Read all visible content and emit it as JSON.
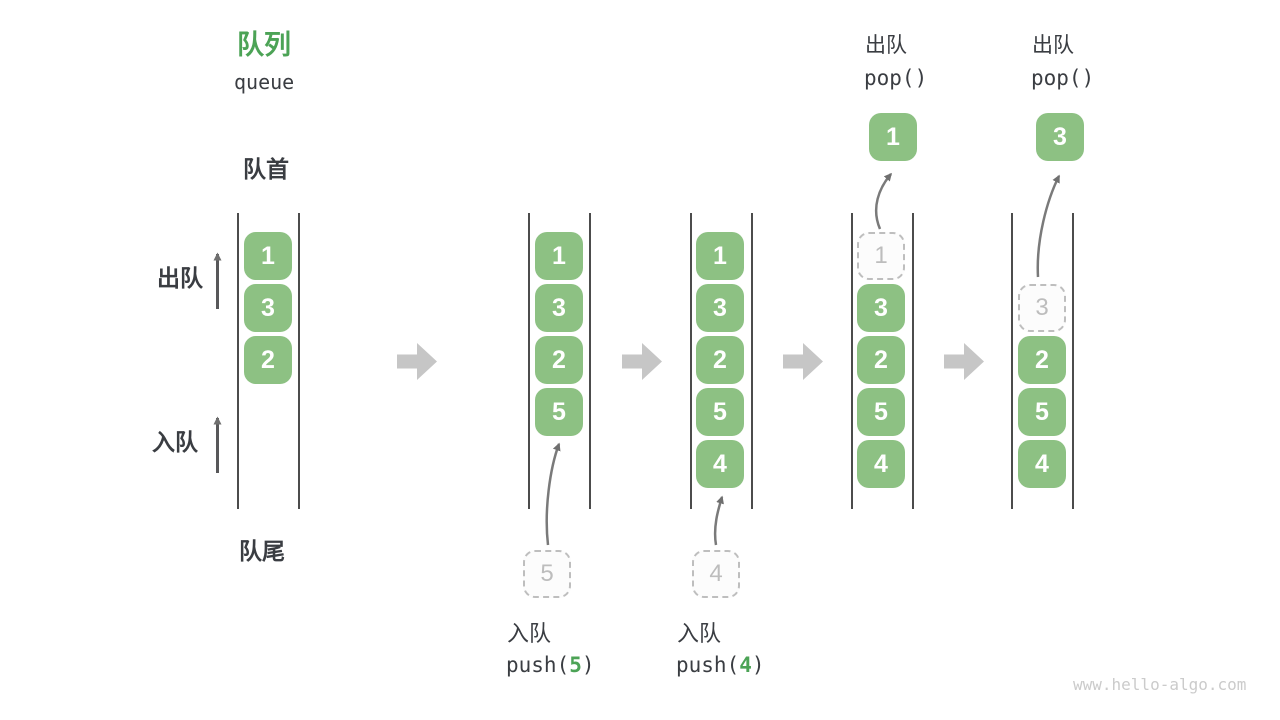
{
  "title": {
    "zh": "队列",
    "en": "queue"
  },
  "labels": {
    "front": "队首",
    "rear": "队尾",
    "dequeue": "出队",
    "enqueue": "入队"
  },
  "columns": [
    {
      "cells": [
        "1",
        "3",
        "2"
      ]
    },
    {
      "cells": [
        "1",
        "3",
        "2",
        "5"
      ]
    },
    {
      "cells": [
        "1",
        "3",
        "2",
        "5",
        "4"
      ]
    },
    {
      "ghost": "1",
      "cells": [
        "3",
        "2",
        "5",
        "4"
      ],
      "popped": "1"
    },
    {
      "ghost": "3",
      "cells": [
        "2",
        "5",
        "4"
      ],
      "popped": "3"
    }
  ],
  "push_ops": [
    {
      "label": "入队",
      "fn_open": "push(",
      "arg": "5",
      "fn_close": ")",
      "ghost": "5"
    },
    {
      "label": "入队",
      "fn_open": "push(",
      "arg": "4",
      "fn_close": ")",
      "ghost": "4"
    }
  ],
  "pop_ops": [
    {
      "label": "出队",
      "code": "pop()"
    },
    {
      "label": "出队",
      "code": "pop()"
    }
  ],
  "watermark": "www.hello-algo.com",
  "colors": {
    "accent_green": "#4ca356",
    "box_green": "#8dc183",
    "text_dark": "#3a3d42",
    "ghost_gray": "#bdbdbd",
    "arrow_gray": "#c6c6c6"
  }
}
